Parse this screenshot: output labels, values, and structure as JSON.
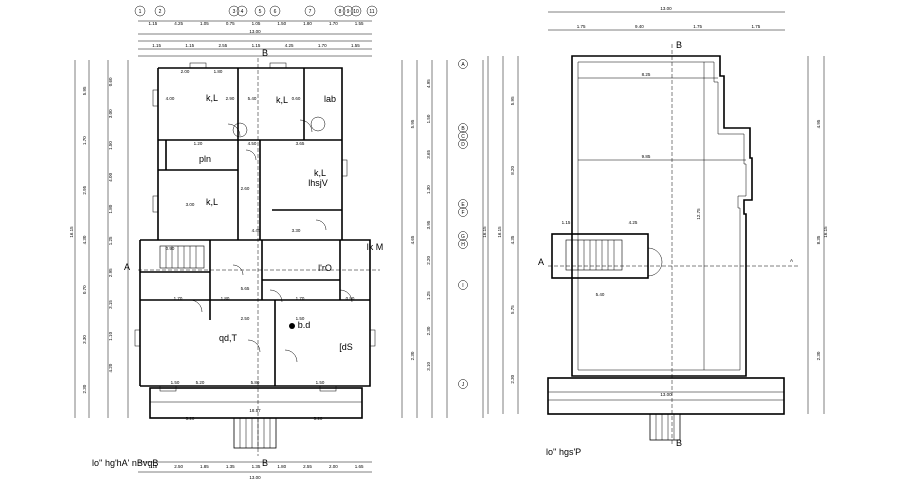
{
  "colors": {
    "background": "#ffffff",
    "ink": "#000000"
  },
  "titles": {
    "left_plan": "lo'' hg'hA' nBvqB",
    "right_plan": "lo'' hgs'P"
  },
  "rooms": {
    "k1": "k,L",
    "k2": "k,L",
    "lab": "lab",
    "pooja": "pln",
    "k3": "k,L",
    "k4": "k,L",
    "k4_sub": "lhsjV",
    "kitchen": "lk M",
    "lobby": "l'rO",
    "hall": "qd,T",
    "drawing": "[dS",
    "bath": "b.d"
  },
  "section": {
    "a": "A",
    "b": "B"
  },
  "grid": {
    "top": [
      "1",
      "2",
      "3",
      "4",
      "5",
      "6",
      "7",
      "8",
      "9",
      "10",
      "11"
    ],
    "right": [
      "A",
      "B",
      "C",
      "D",
      "E",
      "F",
      "G",
      "H",
      "I",
      "J"
    ]
  },
  "dimensions": {
    "top_row1": [
      "1.15",
      "4.25",
      "1.05",
      "0.75",
      "1.05",
      "1.50",
      "1.80",
      "1.70",
      "1.55"
    ],
    "top_total": "13.00",
    "top_row3": [
      "1.15",
      "1.15",
      "2.55",
      "1.15",
      "4.25",
      "1.70",
      "1.55"
    ],
    "left_outer": [
      "5.95",
      "1.70",
      "2.95",
      "4.30",
      "0.70",
      "3.30",
      "2.30"
    ],
    "left_total": "16.15",
    "left_inner": [
      "0.60",
      "3.00",
      "1.50",
      "4.00",
      "1.80",
      "1.25",
      "2.95",
      "3.15",
      "1.10",
      "4.20"
    ],
    "right_outer": [
      "5.95",
      "4.65",
      "2.30"
    ],
    "right_total": "16.15",
    "right_inner": [
      "4.95",
      "1.50",
      "3.65",
      "1.30",
      "3.95",
      "2.20",
      "1.25",
      "2.30",
      "3.10"
    ],
    "room_dims": [
      "2.00",
      "1.80",
      "4.00",
      "2.90",
      "5.40",
      "0.60",
      "1.20",
      "4.50",
      "3.65",
      "2.60",
      "3.00",
      "3.30",
      "4.40",
      "0.90",
      "5.65",
      "2.50",
      "1.70",
      "5.80",
      "5.20",
      "1.50",
      "1.50",
      "1.80",
      "1.70",
      "0.90",
      "1.50"
    ],
    "front_total": "18.57",
    "front_parts": [
      "5.20",
      "5.20"
    ],
    "bottom_row": [
      "1.15",
      "2.50",
      "1.85",
      "1.35",
      "1.35",
      "1.80",
      "2.55",
      "2.00",
      "1.65"
    ],
    "bottom_total": "13.00",
    "terrace_top": [
      "1.75",
      "9.40",
      "1.75",
      "1.75"
    ],
    "terrace_total": "13.00",
    "terrace_inner": [
      "8.25",
      "9.85",
      "12.75",
      "4.25",
      "1.15",
      "5.40",
      "13.00"
    ],
    "terrace_left": [
      "5.95",
      "8.20",
      "4.35",
      "5.75",
      "2.30"
    ],
    "terrace_left_total": "16.15",
    "terrace_right": [
      "4.95",
      "8.35",
      "2.30"
    ],
    "terrace_right_total": "16.15"
  }
}
